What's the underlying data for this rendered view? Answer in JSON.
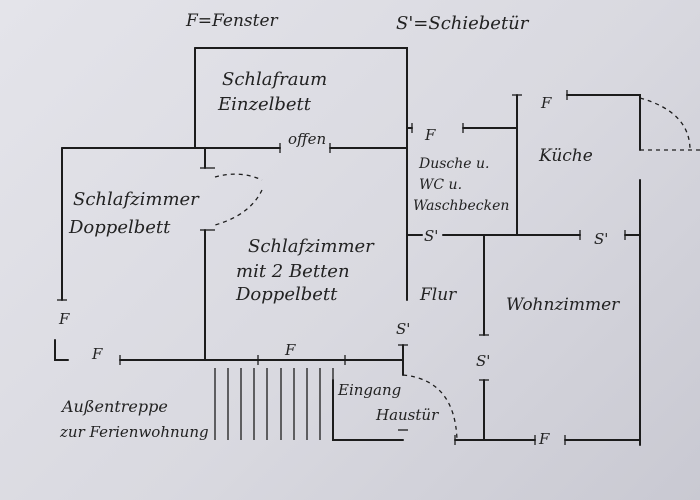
{
  "legend": {
    "window": "F=Fenster",
    "sliding_door": "S'=Schiebetür"
  },
  "rooms": {
    "schlafraum": [
      "Schlafraum",
      "Einzelbett"
    ],
    "schlafzimmer_doppel": [
      "Schlafzimmer",
      "Doppelbett"
    ],
    "schlafzimmer_2betten": [
      "Schlafzimmer",
      "mit 2 Betten",
      "Doppelbett"
    ],
    "dusche": [
      "Dusche u.",
      "WC u.",
      "Waschbecken"
    ],
    "kueche": "Küche",
    "flur": "Flur",
    "wohnzimmer": "Wohnzimmer",
    "eingang": "Eingang",
    "haustuer": "Haustür"
  },
  "labels": {
    "offen": "offen",
    "aussentreppe": [
      "Außentreppe",
      "zur Ferienwohnung"
    ],
    "window_mark": "F",
    "sliding_mark": "S'"
  }
}
